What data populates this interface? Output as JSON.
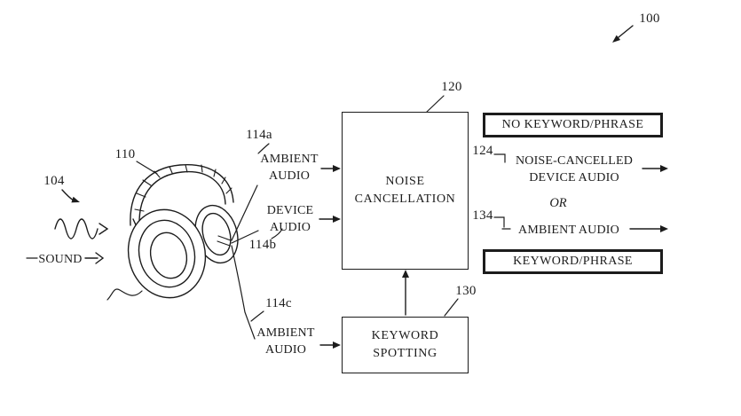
{
  "colors": {
    "ink": "#1c1c1c",
    "paper": "#ffffff"
  },
  "figure": {
    "reference": "100",
    "sound": {
      "ref": "104",
      "label": "SOUND"
    },
    "headphones": {
      "ref": "110"
    },
    "signals": {
      "ambient_top": {
        "ref": "114a",
        "lines": [
          "AMBIENT",
          "AUDIO"
        ]
      },
      "device": {
        "ref": "114b",
        "lines": [
          "DEVICE",
          "AUDIO"
        ]
      },
      "ambient_bottom": {
        "ref": "114c",
        "lines": [
          "AMBIENT",
          "AUDIO"
        ]
      }
    },
    "blocks": {
      "noise_cancellation": {
        "ref": "120",
        "lines": [
          "NOISE",
          "CANCELLATION"
        ]
      },
      "keyword_spotting": {
        "ref": "130",
        "lines": [
          "KEYWORD",
          "SPOTTING"
        ]
      }
    },
    "outputs": {
      "no_keyword_label": "NO KEYWORD/PHRASE",
      "cancelled": {
        "ref": "124",
        "lines": [
          "NOISE-CANCELLED",
          "DEVICE AUDIO"
        ]
      },
      "or_label": "OR",
      "ambient": {
        "ref": "134",
        "label": "AMBIENT AUDIO"
      },
      "keyword_label": "KEYWORD/PHRASE"
    }
  }
}
